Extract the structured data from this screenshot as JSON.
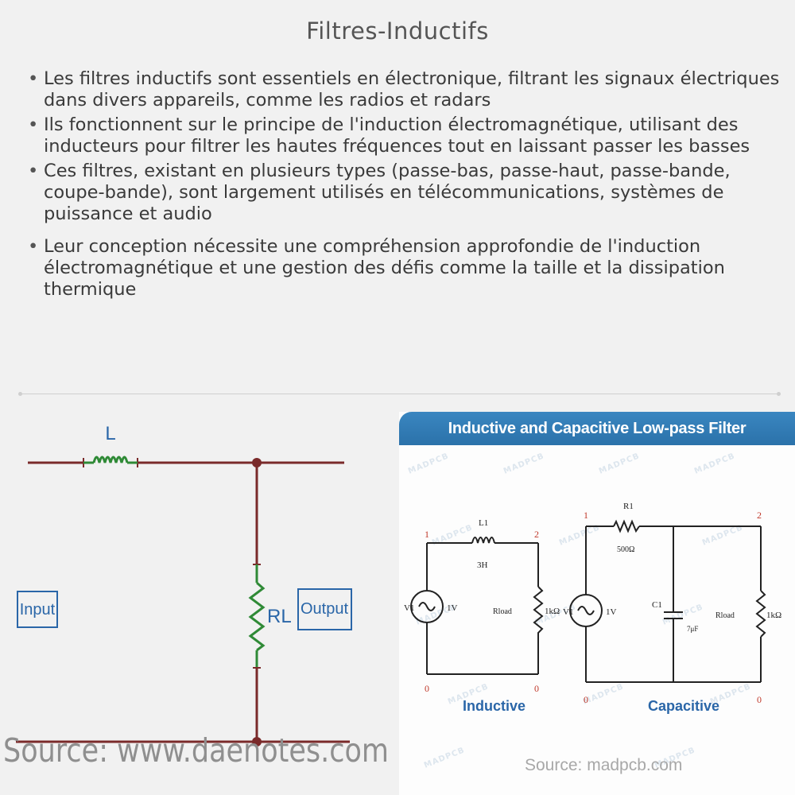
{
  "title": "Filtres-Inductifs",
  "bullets": [
    "Les filtres inductifs sont essentiels en électronique, filtrant les signaux électriques dans divers appareils, comme les radios et radars",
    "Ils fonctionnent sur le principe de l'induction électromagnétique, utilisant des inducteurs pour filtrer les hautes fréquences tout en laissant passer les basses",
    "Ces filtres, existant en plusieurs types (passe-bas, passe-haut, passe-bande, coupe-bande), sont largement utilisés en télécommunications, systèmes de puissance et audio",
    "Leur conception nécessite une compréhension approfondie de l'induction électromagnétique et une gestion des défis comme la taille et la dissipation thermique"
  ],
  "left_figure": {
    "inductor_label": "L",
    "resistor_label": "RL",
    "input_label": "Input",
    "output_label": "Output",
    "source": "Source: www.daenotes.com",
    "colors": {
      "wire": "#7a2a2a",
      "component": "#2f8a36",
      "label": "#2a66a8"
    }
  },
  "right_figure": {
    "banner": "Inductive and Capacitive Low-pass Filter",
    "watermark_text": "MADPCB",
    "inductive": {
      "node_1": "1",
      "node_2": "2",
      "node_0a": "0",
      "node_0b": "0",
      "inductor_name": "L1",
      "inductor_value": "3H",
      "source_name": "V1",
      "source_value": "1V",
      "load_name": "Rload",
      "load_value": "1kΩ",
      "caption": "Inductive"
    },
    "capacitive": {
      "node_1": "1",
      "node_2": "2",
      "node_0a": "0",
      "node_0b": "0",
      "resistor_name": "R1",
      "resistor_value": "500Ω",
      "capacitor_name": "C1",
      "capacitor_value": "7μF",
      "source_name": "V1",
      "source_value": "1V",
      "load_name": "Rload",
      "load_value": "1kΩ",
      "caption": "Capacitive"
    },
    "source": "Source: madpcb.com",
    "colors": {
      "banner": "#2f78b0",
      "caption": "#2a66a8"
    }
  }
}
